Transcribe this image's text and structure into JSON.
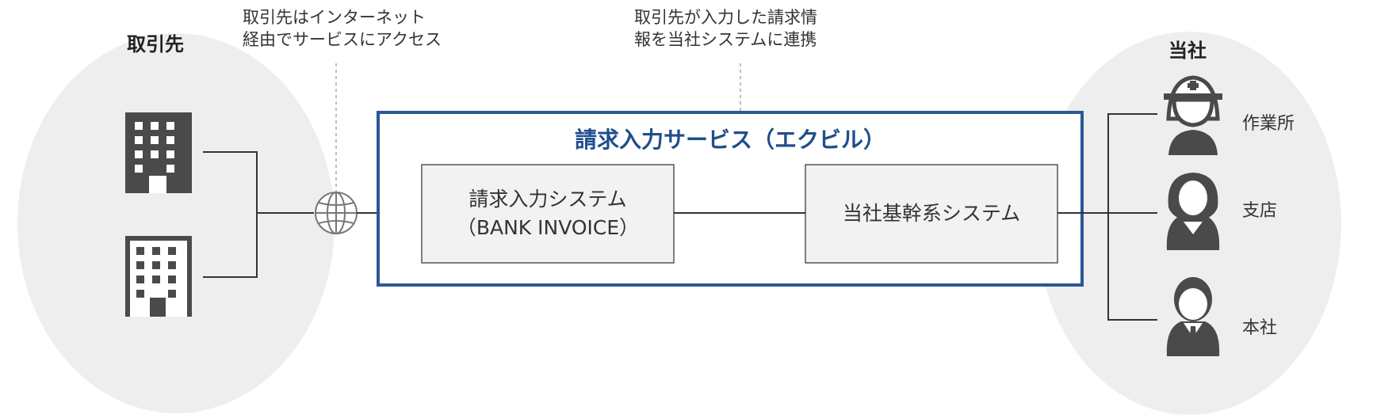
{
  "left_group": {
    "title": "取引先",
    "entities": [
      "building-dark-icon",
      "building-light-icon"
    ]
  },
  "right_group": {
    "title": "当社",
    "people": [
      {
        "label": "作業所",
        "icon": "worker-helmet-icon"
      },
      {
        "label": "支店",
        "icon": "woman-icon"
      },
      {
        "label": "本社",
        "icon": "businessman-icon"
      }
    ]
  },
  "notes": {
    "internet": [
      "取引先はインターネット",
      "経由でサービスにアクセス"
    ],
    "integration": [
      "取引先が入力した請求情",
      "報を当社システムに連携"
    ]
  },
  "service": {
    "title": "請求入力サービス（エクビル）",
    "system_left": [
      "請求入力システム",
      "（BANK INVOICE）"
    ],
    "system_right": "当社基幹系システム"
  },
  "colors": {
    "service_border": "#2a5797",
    "service_title": "#1f4e8c",
    "ellipse_fill": "#eeeeee",
    "box_fill": "#f2f2f2",
    "icon_dark": "#4a4a4a"
  }
}
